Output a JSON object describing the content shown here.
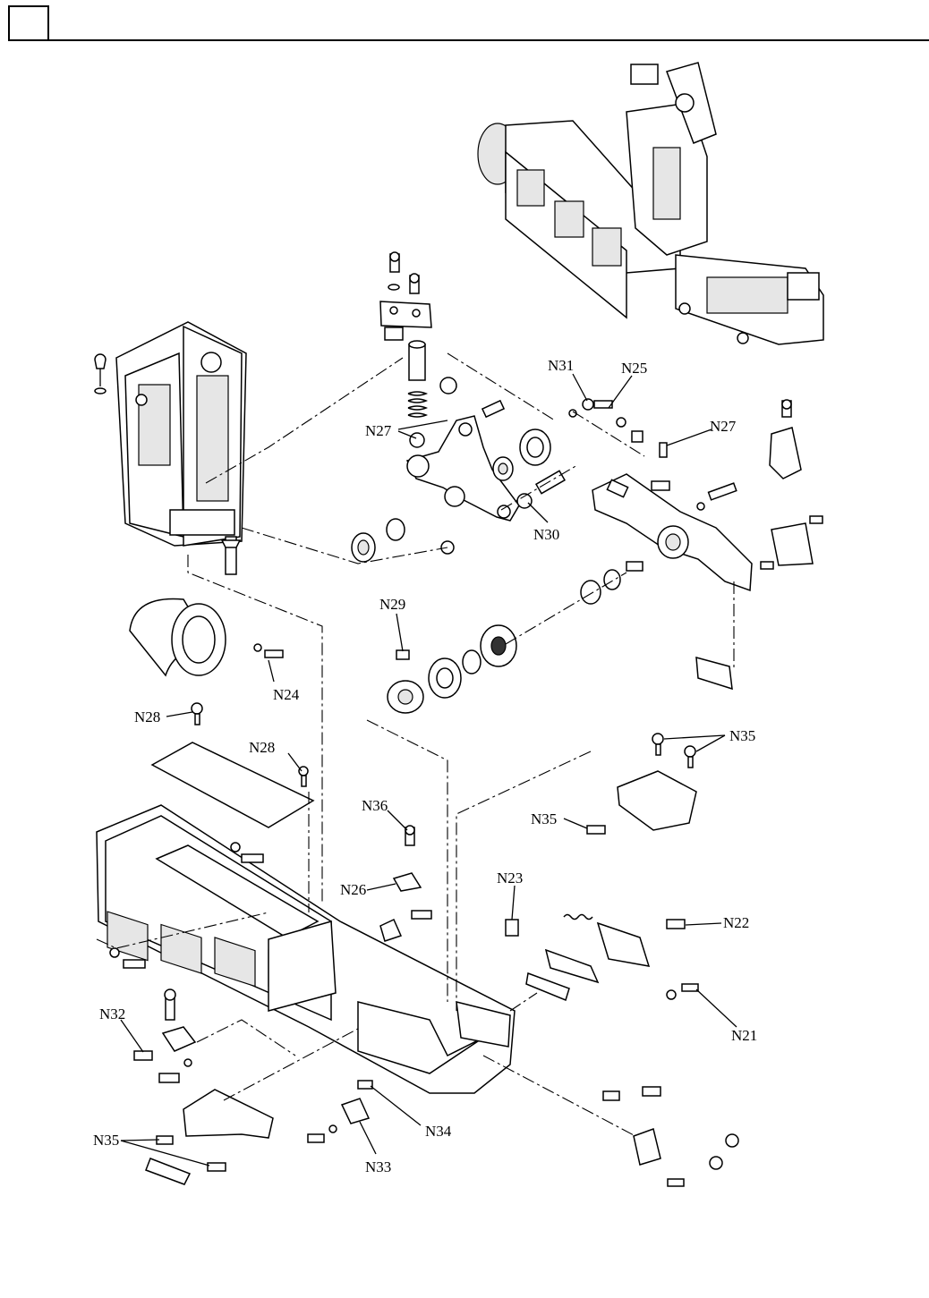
{
  "header": {
    "box_text": ""
  },
  "callouts": {
    "n21": "N21",
    "n22": "N22",
    "n23": "N23",
    "n24": "N24",
    "n25": "N25",
    "n26": "N26",
    "n27a": "N27",
    "n27b": "N27",
    "n28a": "N28",
    "n28b": "N28",
    "n29": "N29",
    "n30": "N30",
    "n31": "N31",
    "n32": "N32",
    "n33": "N33",
    "n34": "N34",
    "n35a": "N35",
    "n35b": "N35",
    "n35c": "N35",
    "n36": "N36"
  }
}
